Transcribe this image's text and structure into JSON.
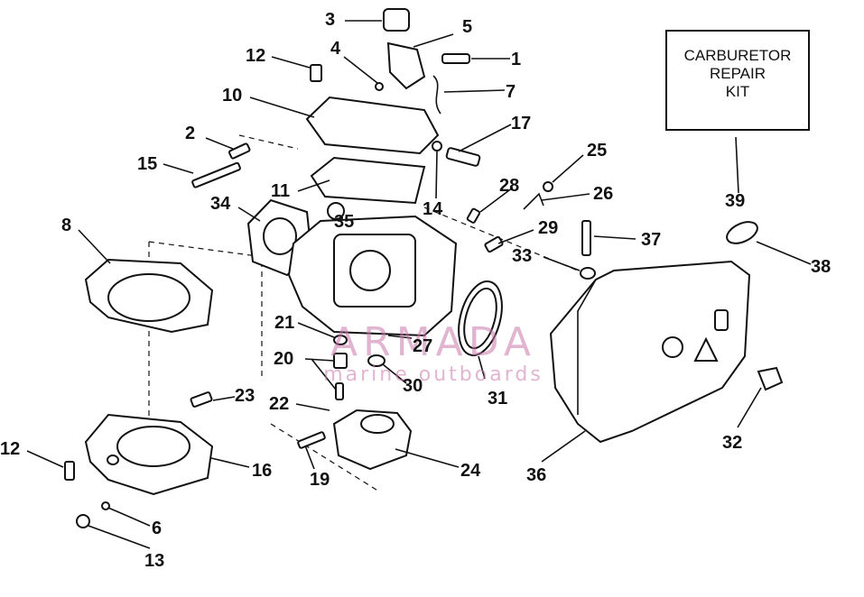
{
  "kit_box": {
    "line1": "CARBURETOR",
    "line2": "REPAIR",
    "line3": "KIT"
  },
  "watermark": {
    "brand": "ARMADA",
    "tagline": "marine outboards",
    "color": "#c878aa"
  },
  "callouts": {
    "n1": "1",
    "n2": "2",
    "n3": "3",
    "n4": "4",
    "n5": "5",
    "n6": "6",
    "n7": "7",
    "n8": "8",
    "n10": "10",
    "n11": "11",
    "n12a": "12",
    "n12b": "12",
    "n13": "13",
    "n14": "14",
    "n15": "15",
    "n16": "16",
    "n17": "17",
    "n19": "19",
    "n20": "20",
    "n21": "21",
    "n22": "22",
    "n23": "23",
    "n24": "24",
    "n25": "25",
    "n26": "26",
    "n27": "27",
    "n28": "28",
    "n29": "29",
    "n30": "30",
    "n31": "31",
    "n32": "32",
    "n33": "33",
    "n34": "34",
    "n35": "35",
    "n36": "36",
    "n37": "37",
    "n38": "38",
    "n39": "39"
  }
}
